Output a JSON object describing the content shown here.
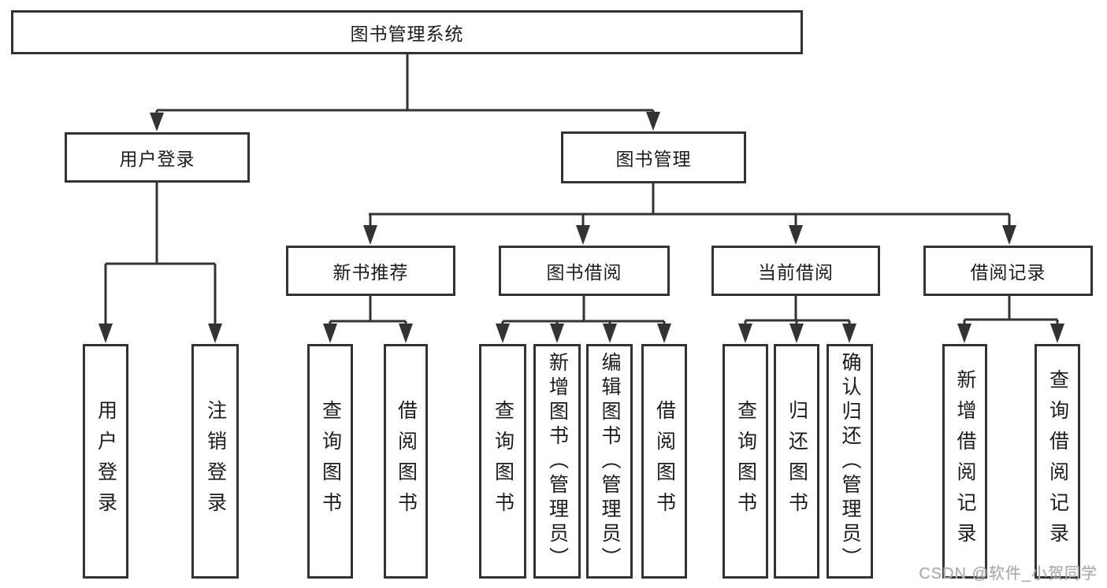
{
  "diagram": {
    "colors": {
      "line": "#333333",
      "box_border": "#333333",
      "text": "#1c1c1c",
      "watermark": "#ababab",
      "background": "#ffffff"
    },
    "watermark": "CSDN @软件_小贺同学",
    "tree": {
      "label": "图书管理系统",
      "children": [
        {
          "label": "用户登录",
          "children": [
            {
              "label": "用户登录"
            },
            {
              "label": "注销登录"
            }
          ]
        },
        {
          "label": "图书管理",
          "children": [
            {
              "label": "新书推荐",
              "children": [
                {
                  "label": "查询图书"
                },
                {
                  "label": "借阅图书"
                }
              ]
            },
            {
              "label": "图书借阅",
              "children": [
                {
                  "label": "查询图书"
                },
                {
                  "label": "新增图书（管理员）"
                },
                {
                  "label": "编辑图书（管理员）"
                },
                {
                  "label": "借阅图书"
                }
              ]
            },
            {
              "label": "当前借阅",
              "children": [
                {
                  "label": "查询图书"
                },
                {
                  "label": "归还图书"
                },
                {
                  "label": "确认归还（管理员）"
                }
              ]
            },
            {
              "label": "借阅记录",
              "children": [
                {
                  "label": "新增借阅记录"
                },
                {
                  "label": "查询借阅记录"
                }
              ]
            }
          ]
        }
      ]
    }
  }
}
